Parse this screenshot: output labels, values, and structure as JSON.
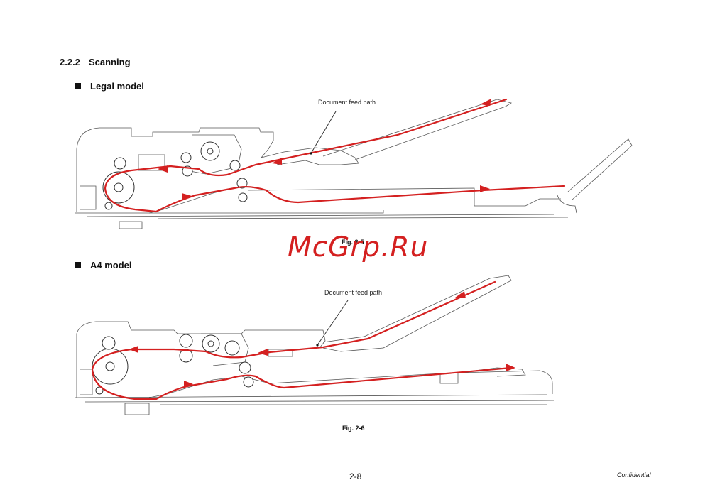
{
  "section": {
    "number": "2.2.2",
    "title": "Scanning"
  },
  "figures": [
    {
      "heading": "Legal model",
      "callout": "Document feed path",
      "caption": "Fig. 2-5"
    },
    {
      "heading": "A4 model",
      "callout": "Document feed path",
      "caption": "Fig. 2-6"
    }
  ],
  "footer": {
    "page_number": "2-8",
    "classification": "Confidential"
  },
  "watermark": "McGrp.Ru",
  "colors": {
    "feed_path": "#d42020",
    "outline": "#555555"
  }
}
